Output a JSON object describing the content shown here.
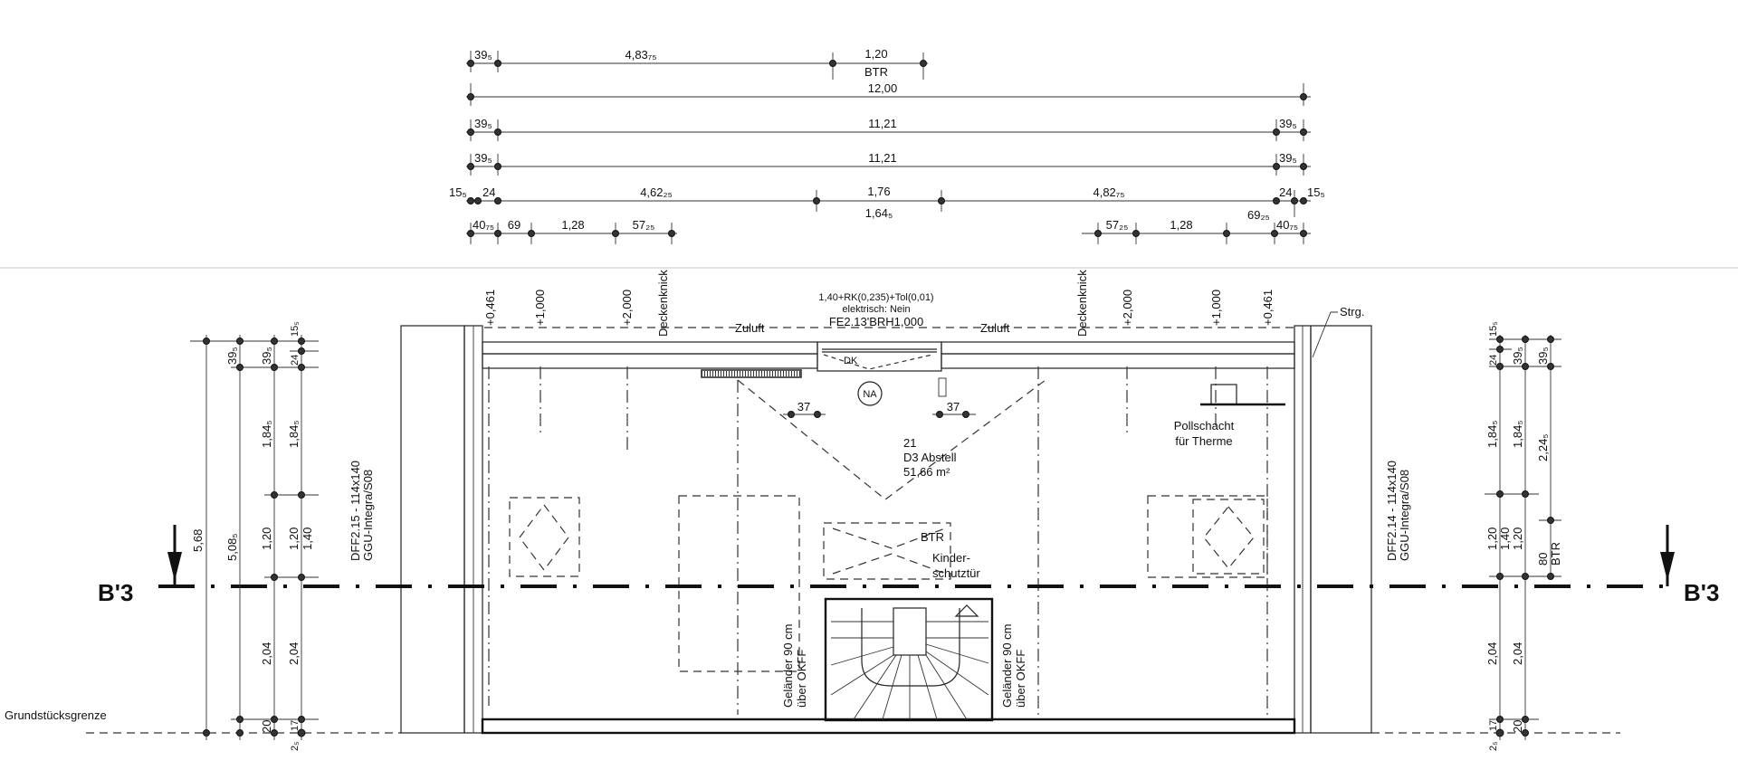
{
  "top_dimensions": {
    "row1": [
      "39₅",
      "4,83₇₅",
      "1,20",
      "BTR"
    ],
    "row2": [
      "12,00"
    ],
    "row3": [
      "39₅",
      "11,21",
      "39₅"
    ],
    "row4": [
      "39₅",
      "11,21",
      "39₅"
    ],
    "row5": [
      "15₅",
      "24",
      "4,62₂₅",
      "1,76",
      "1,64₅",
      "4,82₇₅",
      "24",
      "15₅",
      "69₂₅"
    ],
    "row6_left": [
      "40₇₅",
      "69",
      "1,28",
      "57₂₅"
    ],
    "row6_right": [
      "57₂₅",
      "1,28",
      "40₇₅"
    ]
  },
  "heights": {
    "left": [
      "+0,461",
      "+1,000",
      "+2,000",
      "Deckenknick"
    ],
    "right": [
      "Deckenknick",
      "+2,000",
      "+1,000",
      "+0,461"
    ]
  },
  "window_note": [
    "1,40+RK(0,235)+Tol(0,01)",
    "elektrisch: Nein",
    "FE2.13'BRH1,000"
  ],
  "labels": {
    "zuluft_left": "Zuluft",
    "zuluft_right": "Zuluft",
    "dk": "DK",
    "na": "NA",
    "gap_left": "37",
    "gap_right": "37",
    "strg": "Strg.",
    "pollschacht": [
      "Pollschacht",
      "für Therme"
    ],
    "btr": "BTR",
    "kinderschutz": [
      "Kinder-",
      "schutztür"
    ],
    "gelaender_left": [
      "Geländer 90 cm",
      "über OKFF"
    ],
    "gelaender_right": [
      "Geländer 90 cm",
      "über OKFF"
    ],
    "grundstuecksgrenze": "Grundstücksgrenze",
    "section_left": "B'3",
    "section_right": "B'3"
  },
  "room": {
    "number": "21",
    "name": "D3 Abstell",
    "area": "51,66 m²"
  },
  "roof_windows": {
    "left": [
      "DFF2.15 - 114x140",
      "GGU-Integra/S08"
    ],
    "right": [
      "DFF2.14 - 114x140",
      "GGU-Integra/S08"
    ]
  },
  "left_dimensions": {
    "col1": [
      "5,68"
    ],
    "col2": [
      "39₅",
      "5,08₅"
    ],
    "col3": [
      "39₅",
      "1,84₅",
      "1,20",
      "2,04",
      "20"
    ],
    "col4": [
      "15₅",
      "24",
      "1,84₅",
      "1,20",
      "1,40",
      "2,04",
      "17",
      "2₅"
    ]
  },
  "right_dimensions": {
    "col1": [
      "15₅",
      "24",
      "1,84₅",
      "1,20",
      "1,40",
      "2,04",
      "17",
      "2₅"
    ],
    "col2": [
      "39₅",
      "1,84₅",
      "1,20",
      "2,04",
      "20"
    ],
    "col3": [
      "39₅",
      "2,24₅",
      "80",
      "BTR"
    ]
  }
}
